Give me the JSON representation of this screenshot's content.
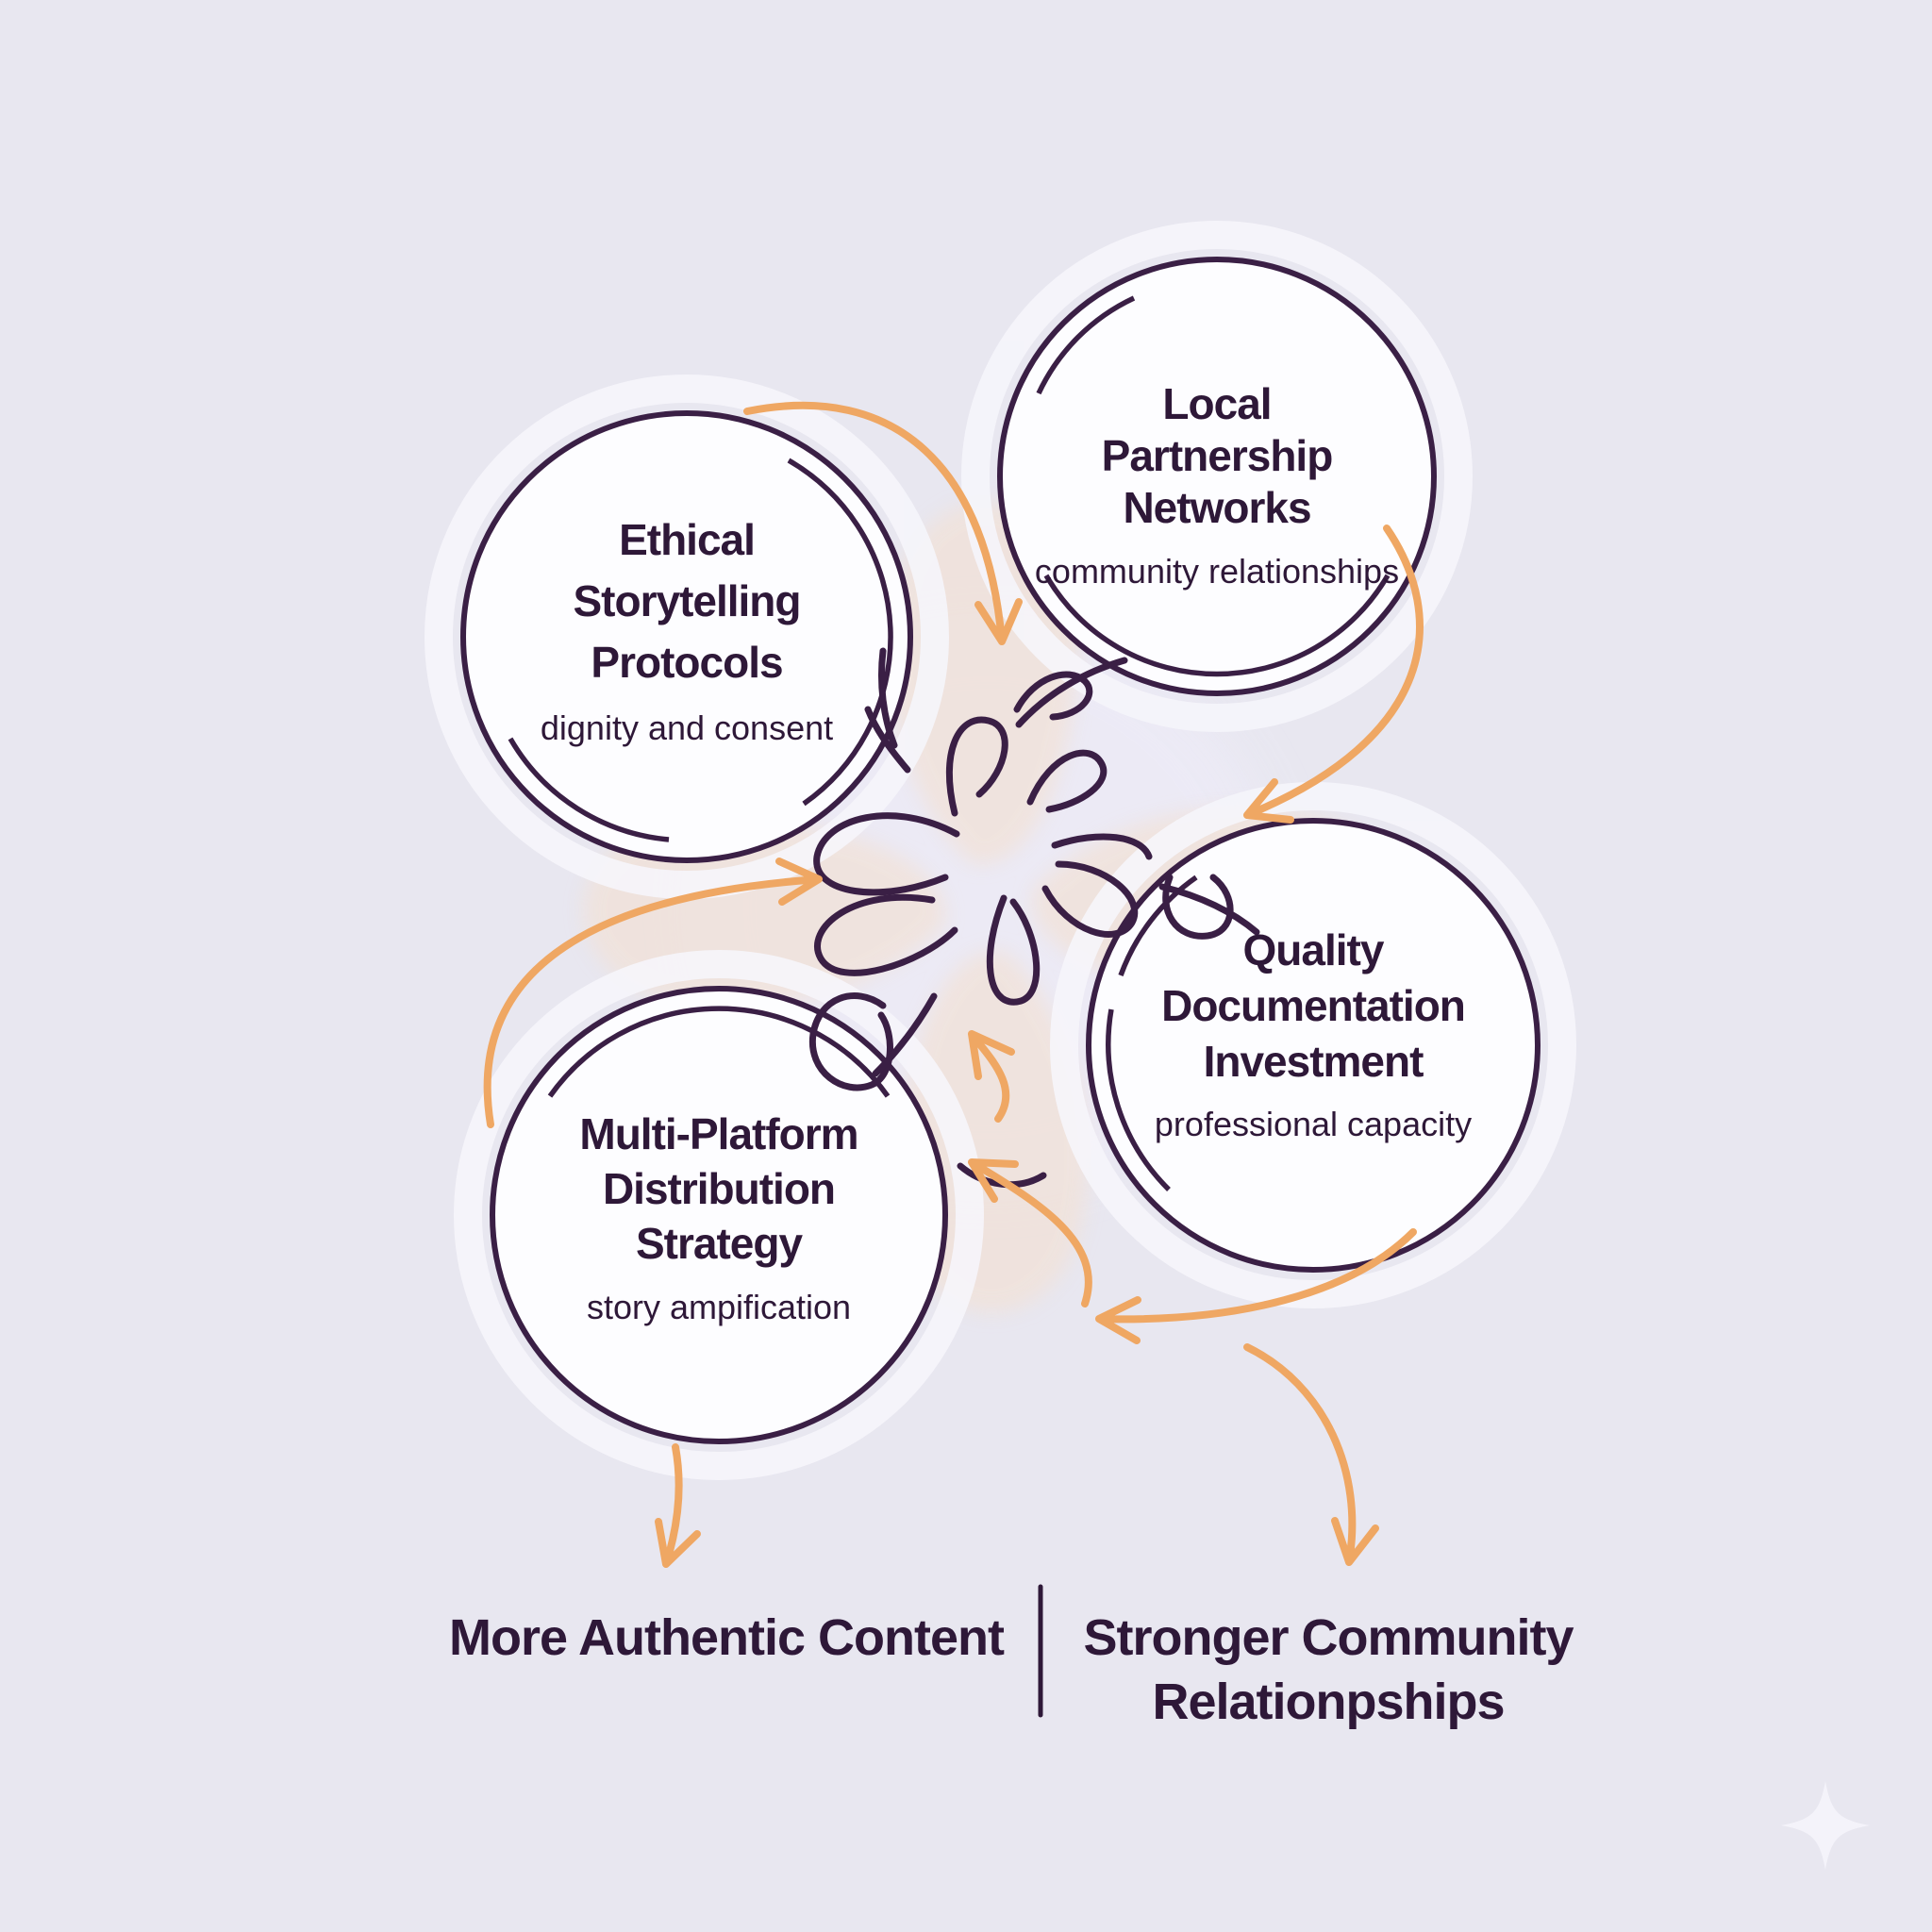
{
  "colors": {
    "background": "#e8e7f0",
    "ink": "#2e1838",
    "outline": "#3a1f45",
    "accent_orange": "#efa763",
    "peach": "#f1e2d9",
    "circle_fill": "#fdfdff",
    "halo": "#f6f5fb",
    "center_glow": "#edebf7",
    "sparkle": "#f4f3fa"
  },
  "icons": {
    "bottom_right": "sparkle-icon",
    "center": "knot-doodle"
  },
  "nodes": [
    {
      "id": "ethical-storytelling-protocols",
      "line1": "Ethical",
      "line2": "Storytelling",
      "line3": "Protocols",
      "subtitle": "dignity and consent"
    },
    {
      "id": "local-partnership-networks",
      "line1": "Local",
      "line2": "Partnership",
      "line3": "Networks",
      "subtitle": "community relationships"
    },
    {
      "id": "quality-documentation-investment",
      "line1": "Quality",
      "line2": "Documentation",
      "line3": "Investment",
      "subtitle": "professional capacity"
    },
    {
      "id": "multi-platform-distribution-strategy",
      "line1": "Multi-Platform",
      "line2": "Distribution",
      "line3": "Strategy",
      "subtitle": "story ampification"
    }
  ],
  "outcomes": [
    {
      "line1": "More Authentic Content",
      "line2": ""
    },
    {
      "line1": "Stronger Community",
      "line2": "Relationpships"
    }
  ]
}
